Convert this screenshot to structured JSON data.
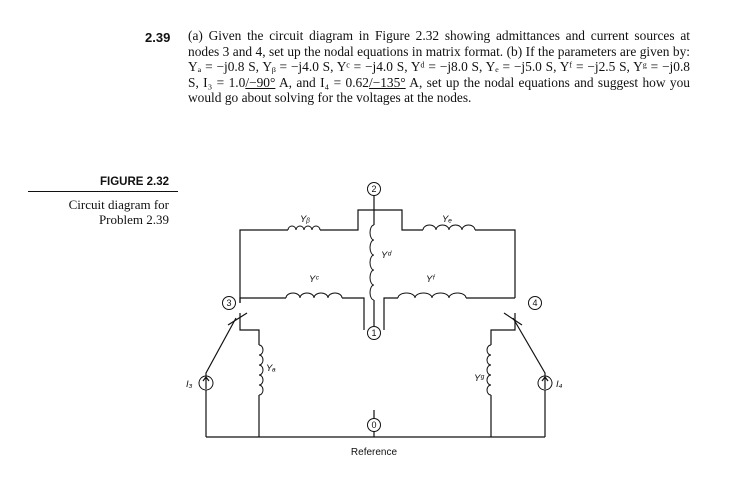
{
  "problem": {
    "number": "2.39",
    "part_a": "(a) Given the circuit diagram in Figure 2.32 showing admittances and current sources at nodes 3 and 4, set up the nodal equations in matrix format.",
    "part_b_intro": "(b) If the parameters are given by: Yₐ = −j0.8 S, Yᵦ = −j4.0 S, Yᶜ = −j4.0 S, Yᵈ = −j8.0 S, Yₑ = −j5.0 S, Yᶠ = −j2.5 S, Yᵍ = −j0.8 S, I₃ = 1.0",
    "i3_angle": "/−90°",
    "and_i4": " A, and I₄ = 0.62",
    "i4_angle": "/−135°",
    "tail": " A, set up the nodal equations and suggest how you would go about solving for the voltages at the nodes."
  },
  "figure": {
    "label": "FIGURE 2.32",
    "caption_line1": "Circuit diagram for",
    "caption_line2": "Problem 2.39"
  },
  "circuit": {
    "nodes": [
      "2",
      "3",
      "1",
      "4",
      "0"
    ],
    "admittance_labels": {
      "b": "Yᵦ",
      "e": "Yₑ",
      "d": "Yᵈ",
      "c": "Yᶜ",
      "f": "Yᶠ",
      "a": "Yₐ",
      "g": "Yᵍ"
    },
    "source_labels": {
      "i3": "I₃",
      "i4": "I₄"
    },
    "reference_label": "Reference"
  }
}
